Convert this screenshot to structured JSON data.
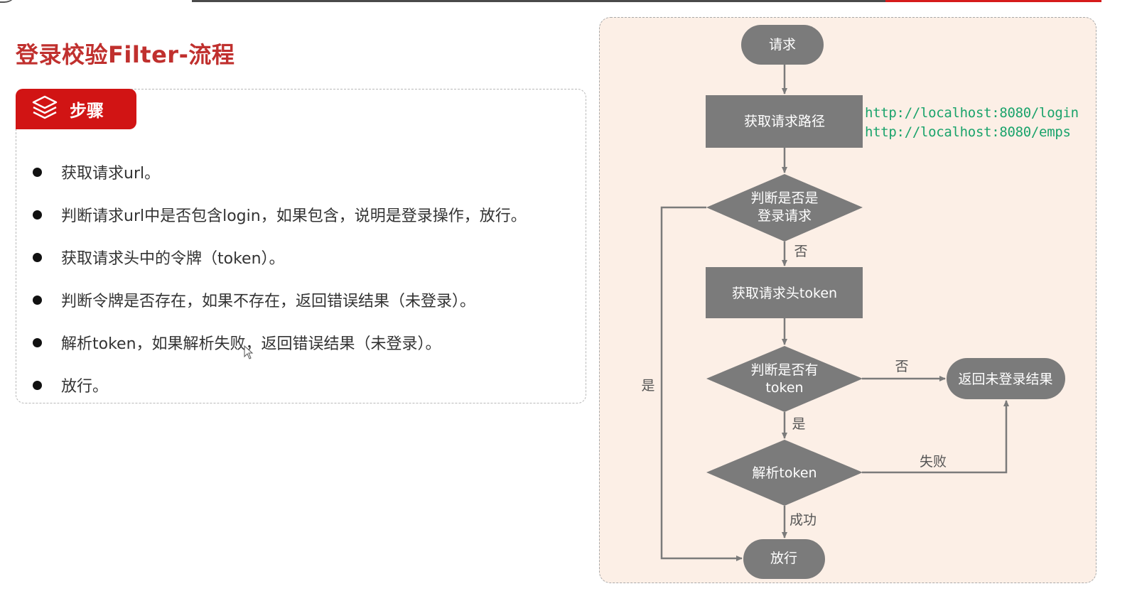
{
  "slide": {
    "title": "登录校验Filter-流程",
    "accent_color": "#c0302e",
    "tab_color": "#d11414"
  },
  "steps": {
    "tab_icon": "layers-icon",
    "tab_label": "步骤",
    "items": [
      "获取请求url。",
      "判断请求url中是否包含login，如果包含，说明是登录操作，放行。",
      "获取请求头中的令牌（token）。",
      "判断令牌是否存在，如果不存在，返回错误结果（未登录）。",
      "解析token，如果解析失败，返回错误结果（未登录）。",
      "放行。"
    ]
  },
  "flowchart": {
    "background": "#fcefe6",
    "node_color": "#7b7b7b",
    "nodes": {
      "start": "请求",
      "get_path": "获取请求路径",
      "is_login_line1": "判断是否是",
      "is_login_line2": "登录请求",
      "get_token": "获取请求头token",
      "has_token_line1": "判断是否有",
      "has_token_line2": "token",
      "parse_token": "解析token",
      "not_logged_in": "返回未登录结果",
      "pass": "放行"
    },
    "edge_labels": {
      "login_no": "否",
      "login_yes": "是",
      "token_no": "否",
      "token_yes": "是",
      "parse_fail": "失败",
      "parse_success": "成功"
    },
    "urls": [
      "http://localhost:8080/login",
      "http://localhost:8080/emps"
    ],
    "url_color": "#1aa36b"
  }
}
